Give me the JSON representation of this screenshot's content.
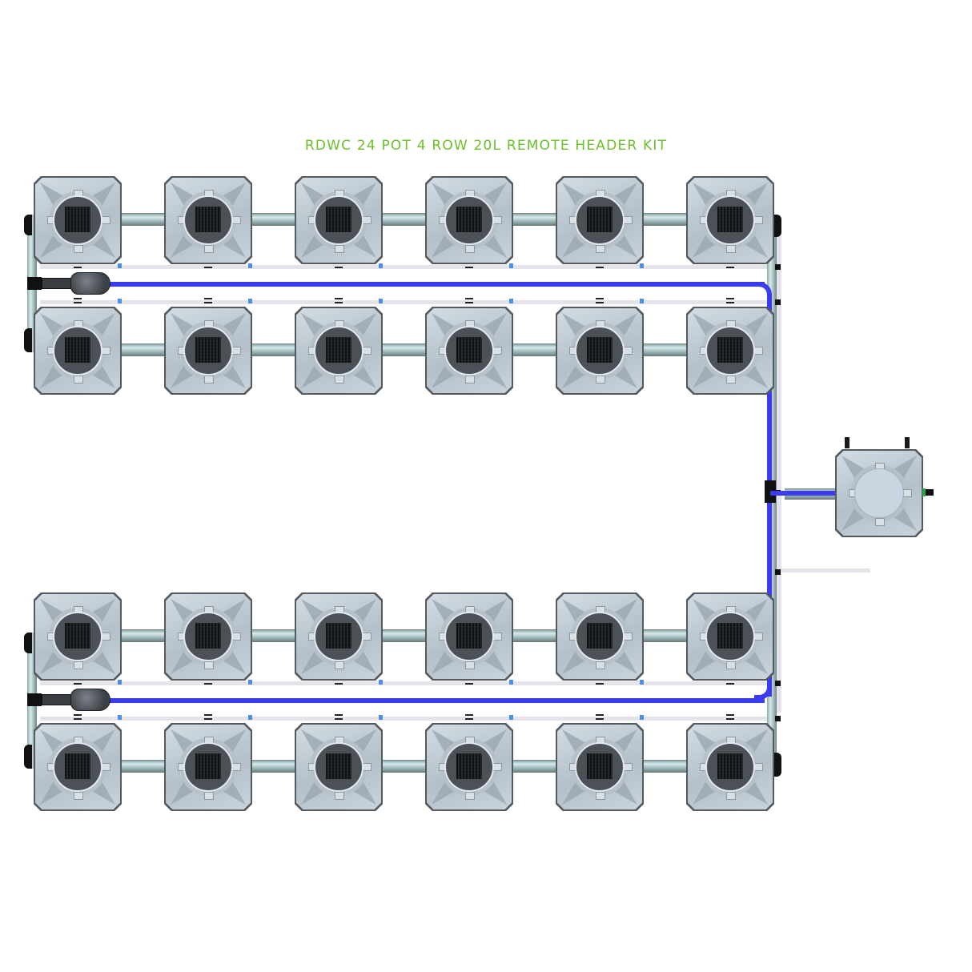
{
  "title": "RDWC 24 POT 4 ROW 20L REMOTE HEADER KIT",
  "colors": {
    "title": "#6cc02c",
    "return_line": "#3b3bf0",
    "pipe": "#b6cccc",
    "pot_body": "#bcc7d0",
    "pot_lid": "#4b5157",
    "rail": "#e4e3ea",
    "rail_clip": "#4a8fe8"
  },
  "system": {
    "pot_count": 24,
    "row_count": 4,
    "pots_per_row": 6,
    "pot_volume": "20L",
    "type": "RDWC",
    "header": "Remote Header"
  },
  "rows": [
    {
      "id": "row-1",
      "pots": 6
    },
    {
      "id": "row-2",
      "pots": 6
    },
    {
      "id": "row-3",
      "pots": 6
    },
    {
      "id": "row-4",
      "pots": 6
    }
  ],
  "components": [
    {
      "name": "grow-pot",
      "count": 24
    },
    {
      "name": "remote-header-tank",
      "count": 1
    },
    {
      "name": "return-pump",
      "count": 2
    },
    {
      "name": "blue-return-line",
      "count": 2
    },
    {
      "name": "connecting-pipe",
      "count": 20
    }
  ]
}
